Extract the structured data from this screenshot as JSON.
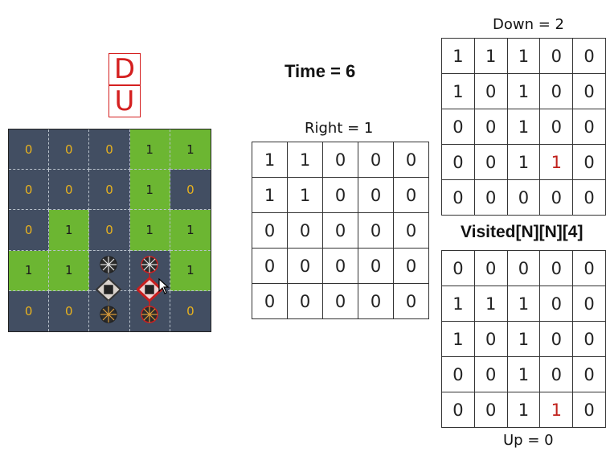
{
  "directions": {
    "top": "D",
    "bottom": "U"
  },
  "time_label": "Time = 6",
  "board": {
    "cells": [
      [
        "0",
        "0",
        "0",
        "1",
        "1"
      ],
      [
        "0",
        "0",
        "0",
        "1",
        "0"
      ],
      [
        "0",
        "1",
        "0",
        "1",
        "1"
      ],
      [
        "1",
        "1",
        "",
        "",
        "1"
      ],
      [
        "0",
        "0",
        "",
        "",
        "0"
      ]
    ],
    "colors": {
      "land": "#6cb632",
      "water": "#424e62",
      "accent": "#d42020"
    }
  },
  "right_table": {
    "caption": "Right = 1",
    "rows": [
      [
        "1",
        "1",
        "0",
        "0",
        "0"
      ],
      [
        "1",
        "1",
        "0",
        "0",
        "0"
      ],
      [
        "0",
        "0",
        "0",
        "0",
        "0"
      ],
      [
        "0",
        "0",
        "0",
        "0",
        "0"
      ],
      [
        "0",
        "0",
        "0",
        "0",
        "0"
      ]
    ]
  },
  "down_table": {
    "caption": "Down = 2",
    "rows": [
      [
        "1",
        "1",
        "1",
        "0",
        "0"
      ],
      [
        "1",
        "0",
        "1",
        "0",
        "0"
      ],
      [
        "0",
        "0",
        "1",
        "0",
        "0"
      ],
      [
        "0",
        "0",
        "1",
        "1",
        "0"
      ],
      [
        "0",
        "0",
        "0",
        "0",
        "0"
      ]
    ],
    "highlight": [
      [
        3,
        3
      ]
    ]
  },
  "visited_label": "Visited[N][N][4]",
  "up_table": {
    "caption": "Up = 0",
    "rows": [
      [
        "0",
        "0",
        "0",
        "0",
        "0"
      ],
      [
        "1",
        "1",
        "1",
        "0",
        "0"
      ],
      [
        "1",
        "0",
        "1",
        "0",
        "0"
      ],
      [
        "0",
        "0",
        "1",
        "0",
        "0"
      ],
      [
        "0",
        "0",
        "1",
        "1",
        "0"
      ]
    ],
    "highlight": [
      [
        4,
        3
      ]
    ]
  },
  "icons": [
    "robot-icon-gray",
    "robot-icon-red",
    "mouse-cursor-icon"
  ]
}
